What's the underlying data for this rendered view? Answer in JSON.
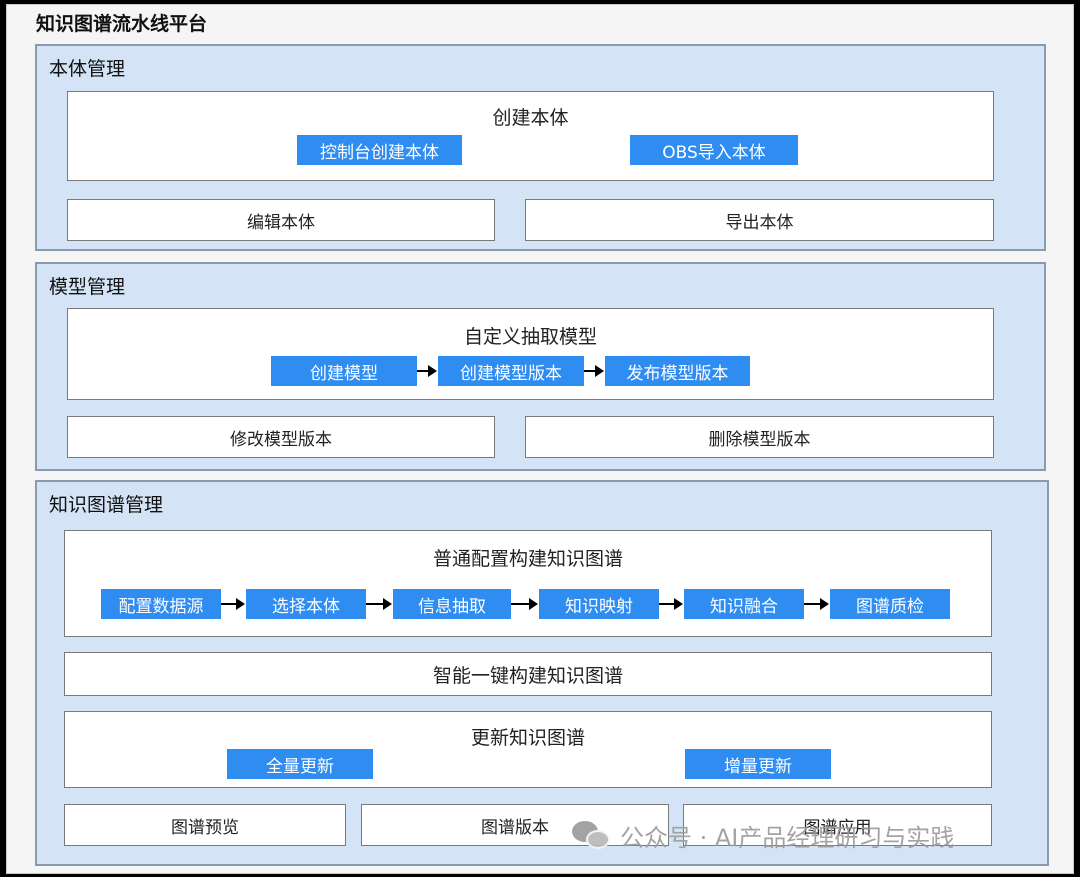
{
  "platform_title": "知识图谱流水线平台",
  "ontology": {
    "title": "本体管理",
    "create_box": {
      "title": "创建本体",
      "buttons": [
        "控制台创建本体",
        "OBS导入本体"
      ]
    },
    "bottom_boxes": [
      "编辑本体",
      "导出本体"
    ]
  },
  "model": {
    "title": "模型管理",
    "custom_box": {
      "title": "自定义抽取模型",
      "steps": [
        "创建模型",
        "创建模型版本",
        "发布模型版本"
      ]
    },
    "bottom_boxes": [
      "修改模型版本",
      "删除模型版本"
    ]
  },
  "kg": {
    "title": "知识图谱管理",
    "normal_box": {
      "title": "普通配置构建知识图谱",
      "steps": [
        "配置数据源",
        "选择本体",
        "信息抽取",
        "知识映射",
        "知识融合",
        "图谱质检"
      ]
    },
    "smart_box": {
      "title": "智能一键构建知识图谱"
    },
    "update_box": {
      "title": "更新知识图谱",
      "buttons": [
        "全量更新",
        "增量更新"
      ]
    },
    "bottom_boxes": [
      "图谱预览",
      "图谱版本",
      "图谱应用"
    ]
  },
  "watermark": {
    "text": "公众号 · AI产品经理研习与实践",
    "icon": "wechat-icon"
  },
  "colors": {
    "section_bg": "#d4e4f6",
    "button_blue": "#2f8cf0",
    "box_bg": "#ffffff"
  }
}
